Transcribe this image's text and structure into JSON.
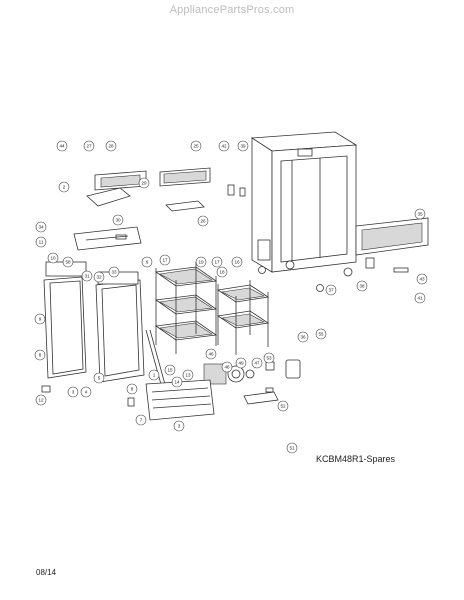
{
  "header": {
    "site_name": "AppliancePartsPros.com"
  },
  "footer": {
    "model_label": "KCBM48R1-Spares",
    "date_code": "08/14"
  },
  "diagram": {
    "callouts": [
      {
        "num": "44"
      },
      {
        "num": "27"
      },
      {
        "num": "28"
      },
      {
        "num": "25"
      },
      {
        "num": "42"
      },
      {
        "num": "39"
      },
      {
        "num": "29"
      },
      {
        "num": "2"
      },
      {
        "num": "30"
      },
      {
        "num": "26"
      },
      {
        "num": "35"
      },
      {
        "num": "34"
      },
      {
        "num": "11"
      },
      {
        "num": "10"
      },
      {
        "num": "58"
      },
      {
        "num": "31"
      },
      {
        "num": "33"
      },
      {
        "num": "6"
      },
      {
        "num": "32"
      },
      {
        "num": "17"
      },
      {
        "num": "19"
      },
      {
        "num": "18"
      },
      {
        "num": "17"
      },
      {
        "num": "16"
      },
      {
        "num": "37"
      },
      {
        "num": "38"
      },
      {
        "num": "43"
      },
      {
        "num": "41"
      },
      {
        "num": "9"
      },
      {
        "num": "1"
      },
      {
        "num": "36"
      },
      {
        "num": "55"
      },
      {
        "num": "46"
      },
      {
        "num": "53"
      },
      {
        "num": "47"
      },
      {
        "num": "49"
      },
      {
        "num": "48"
      },
      {
        "num": "8"
      },
      {
        "num": "15"
      },
      {
        "num": "14"
      },
      {
        "num": "13"
      },
      {
        "num": "12"
      },
      {
        "num": "3"
      },
      {
        "num": "4"
      },
      {
        "num": "5"
      },
      {
        "num": "8"
      },
      {
        "num": "7"
      },
      {
        "num": "3"
      },
      {
        "num": "52"
      },
      {
        "num": "51"
      }
    ]
  }
}
